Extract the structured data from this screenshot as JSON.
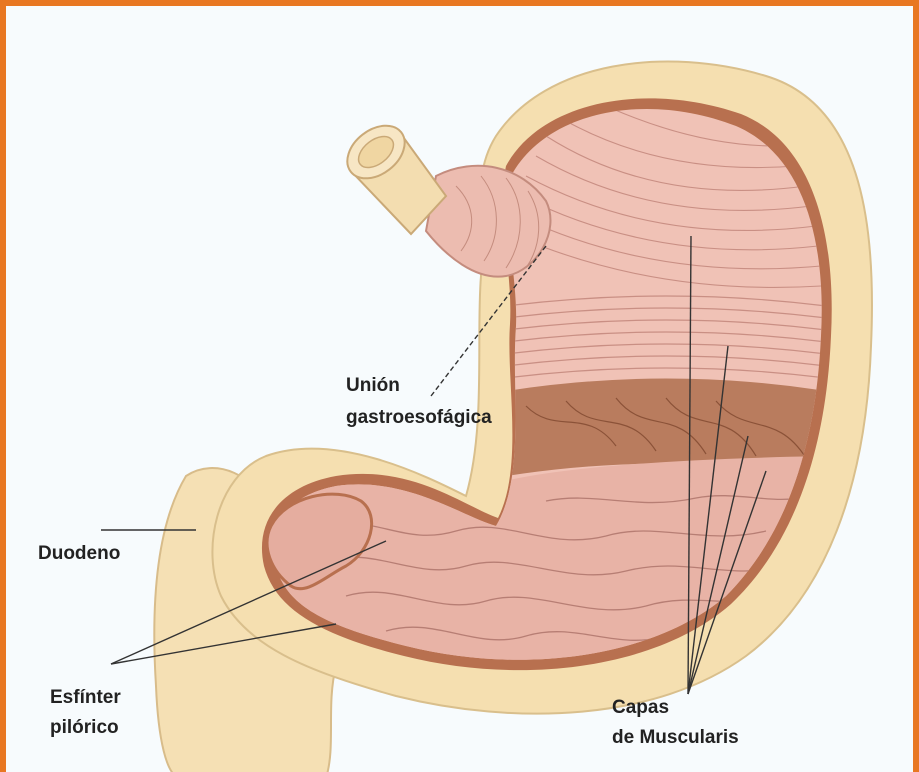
{
  "frame_color": "#e87722",
  "labels": {
    "union_line1": "Unión",
    "union_line2": "gastroesofágica",
    "duodeno": "Duodeno",
    "esfinter_line1": "Esfínter",
    "esfinter_line2": "pilórico",
    "capas_line1": "Capas",
    "capas_line2": "de Muscularis"
  },
  "colors": {
    "outer_wall": "#f5dfb0",
    "muscle_pink": "#f0c2b6",
    "mucosa": "#e8b3a6",
    "muscle_brown": "#b97c5e",
    "esophagus_tube": "#f3ddb0"
  }
}
